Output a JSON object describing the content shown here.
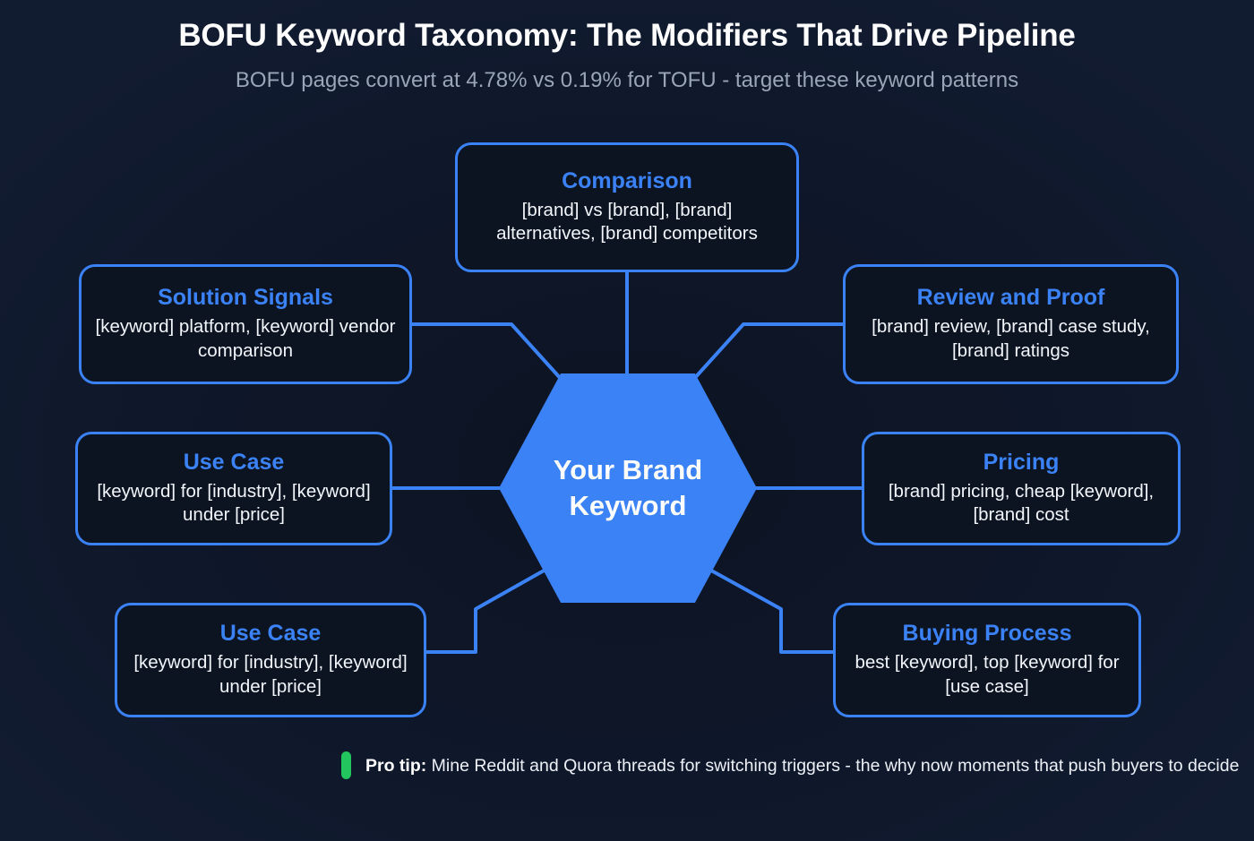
{
  "header": {
    "title": "BOFU Keyword Taxonomy: The Modifiers That Drive Pipeline",
    "subtitle": "BOFU pages convert at 4.78% vs 0.19% for TOFU - target these keyword patterns"
  },
  "center": {
    "label": "Your Brand\nKeyword"
  },
  "nodes": {
    "comparison": {
      "title": "Comparison",
      "body": "[brand] vs [brand], [brand] alternatives, [brand] competitors"
    },
    "solution_signals": {
      "title": "Solution Signals",
      "body": "[keyword] platform, [keyword] vendor comparison"
    },
    "review_and_proof": {
      "title": "Review and Proof",
      "body": "[brand] review, [brand] case study, [brand] ratings"
    },
    "use_case_left": {
      "title": "Use Case",
      "body": "[keyword] for [industry], [keyword] under [price]"
    },
    "pricing": {
      "title": "Pricing",
      "body": "[brand] pricing, cheap [keyword], [brand] cost"
    },
    "use_case_bottom": {
      "title": "Use Case",
      "body": "[keyword] for [industry], [keyword] under [price]"
    },
    "buying_process": {
      "title": "Buying Process",
      "body": "best [keyword], top [keyword] for [use case]"
    }
  },
  "protip": {
    "label": "Pro tip:",
    "text": " Mine Reddit and Quora threads for switching triggers - the why now moments that push buyers to decide"
  },
  "colors": {
    "background": "#111b2e",
    "panel": "#0c1422",
    "accent_blue": "#3b82f6",
    "title_text": "#ffffff",
    "subtitle_text": "#9aa5b8",
    "body_text": "#f2f5fa",
    "protip_bar_green": "#22c55e"
  }
}
